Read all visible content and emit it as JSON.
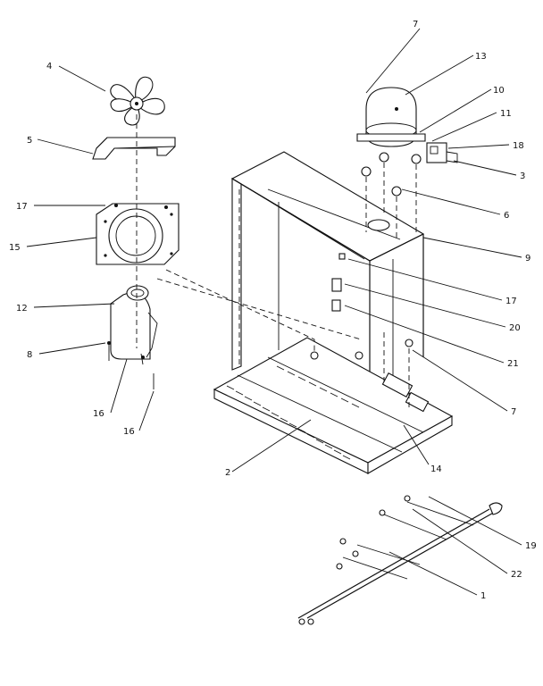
{
  "diagram": {
    "callouts": [
      {
        "label": "4"
      },
      {
        "label": "5"
      },
      {
        "label": "17"
      },
      {
        "label": "15"
      },
      {
        "label": "12"
      },
      {
        "label": "8"
      },
      {
        "label": "16"
      },
      {
        "label": "16"
      },
      {
        "label": "7"
      },
      {
        "label": "13"
      },
      {
        "label": "10"
      },
      {
        "label": "11"
      },
      {
        "label": "18"
      },
      {
        "label": "3"
      },
      {
        "label": "6"
      },
      {
        "label": "9"
      },
      {
        "label": "17"
      },
      {
        "label": "20"
      },
      {
        "label": "21"
      },
      {
        "label": "7"
      },
      {
        "label": "14"
      },
      {
        "label": "2"
      },
      {
        "label": "19"
      },
      {
        "label": "22"
      },
      {
        "label": "1"
      }
    ]
  }
}
